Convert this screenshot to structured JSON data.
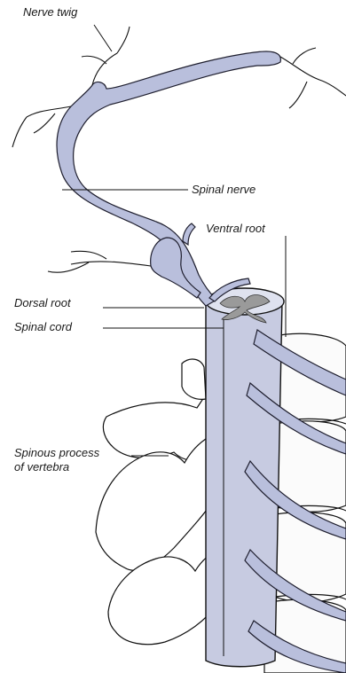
{
  "labels": {
    "nerve_twig": "Nerve twig",
    "spinal_nerve": "Spinal nerve",
    "ventral_root": "Ventral root",
    "dorsal_root": "Dorsal root",
    "spinal_cord": "Spinal cord",
    "spinous_process_line1": "Spinous process",
    "spinous_process_line2": "of vertebra"
  },
  "colors": {
    "nerve_fill": "#b9bfdc",
    "nerve_outline": "#1e1e2e",
    "bone_fill": "#ffffff",
    "cord_fill": "#c7cbe1",
    "gray_matter": "#9a9a9a",
    "line": "#111111"
  }
}
